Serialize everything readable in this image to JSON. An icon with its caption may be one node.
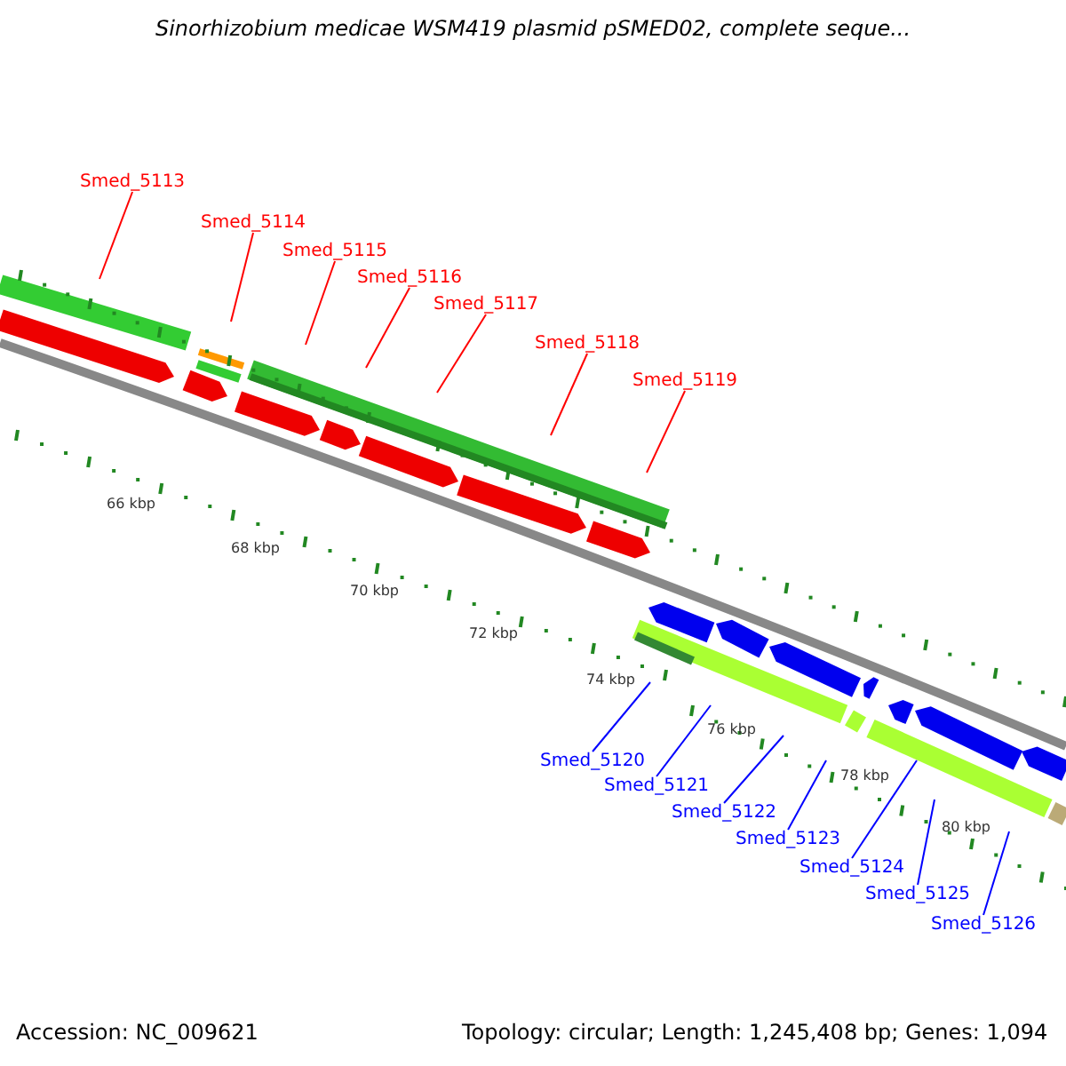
{
  "diagram": {
    "title": "Sinorhizobium medicae WSM419 plasmid pSMED02, complete seque...",
    "nodes": [
      {
        "text": [
          "Smed_5113"
        ]
      },
      {
        "text": [
          "Smed_5114"
        ]
      },
      {
        "text": [
          "Smed_5115"
        ]
      },
      {
        "text": [
          "Smed_5116"
        ]
      },
      {
        "text": [
          "Smed_5117"
        ]
      },
      {
        "text": [
          "Smed_5118"
        ]
      },
      {
        "text": [
          "Smed_5119"
        ]
      },
      {
        "text": [
          "Smed_5120"
        ]
      },
      {
        "text": [
          "Smed_5121"
        ]
      },
      {
        "text": [
          "Smed_5122"
        ]
      },
      {
        "text": [
          "Smed_5123"
        ]
      },
      {
        "text": [
          "Smed_5124"
        ]
      },
      {
        "text": [
          "Smed_5125"
        ]
      },
      {
        "text": [
          "Smed_5126"
        ]
      }
    ],
    "edges": [
      {
        "from": 0,
        "to": null,
        "arrow": "none"
      },
      {
        "from": 1,
        "to": null,
        "arrow": "none"
      },
      {
        "from": 2,
        "to": null,
        "arrow": "none"
      },
      {
        "from": 3,
        "to": null,
        "arrow": "none"
      },
      {
        "from": 4,
        "to": null,
        "arrow": "none"
      },
      {
        "from": 5,
        "to": null,
        "arrow": "none"
      },
      {
        "from": 6,
        "to": null,
        "arrow": "none"
      },
      {
        "from": 7,
        "to": null,
        "arrow": "none",
        "color": "#0000ff"
      },
      {
        "from": 8,
        "to": null,
        "arrow": "none",
        "color": "#0000ff"
      },
      {
        "from": 9,
        "to": null,
        "arrow": "none",
        "color": "#0000ff"
      },
      {
        "from": 10,
        "to": null,
        "arrow": "none",
        "color": "#0000ff"
      },
      {
        "from": 11,
        "to": null,
        "arrow": "none",
        "color": "#0000ff"
      },
      {
        "from": 12,
        "to": null,
        "arrow": "none",
        "color": "#0000ff"
      },
      {
        "from": 13,
        "to": null,
        "arrow": "none",
        "color": "#0000ff"
      }
    ],
    "labels": [
      "66 kbp",
      "68 kbp",
      "70 kbp",
      "72 kbp",
      "74 kbp",
      "76 kbp",
      "78 kbp",
      "80 kbp",
      "Accession: NC_009621",
      "Topology: circular; Length: 1,245,408 bp; Genes: 1,094"
    ]
  }
}
